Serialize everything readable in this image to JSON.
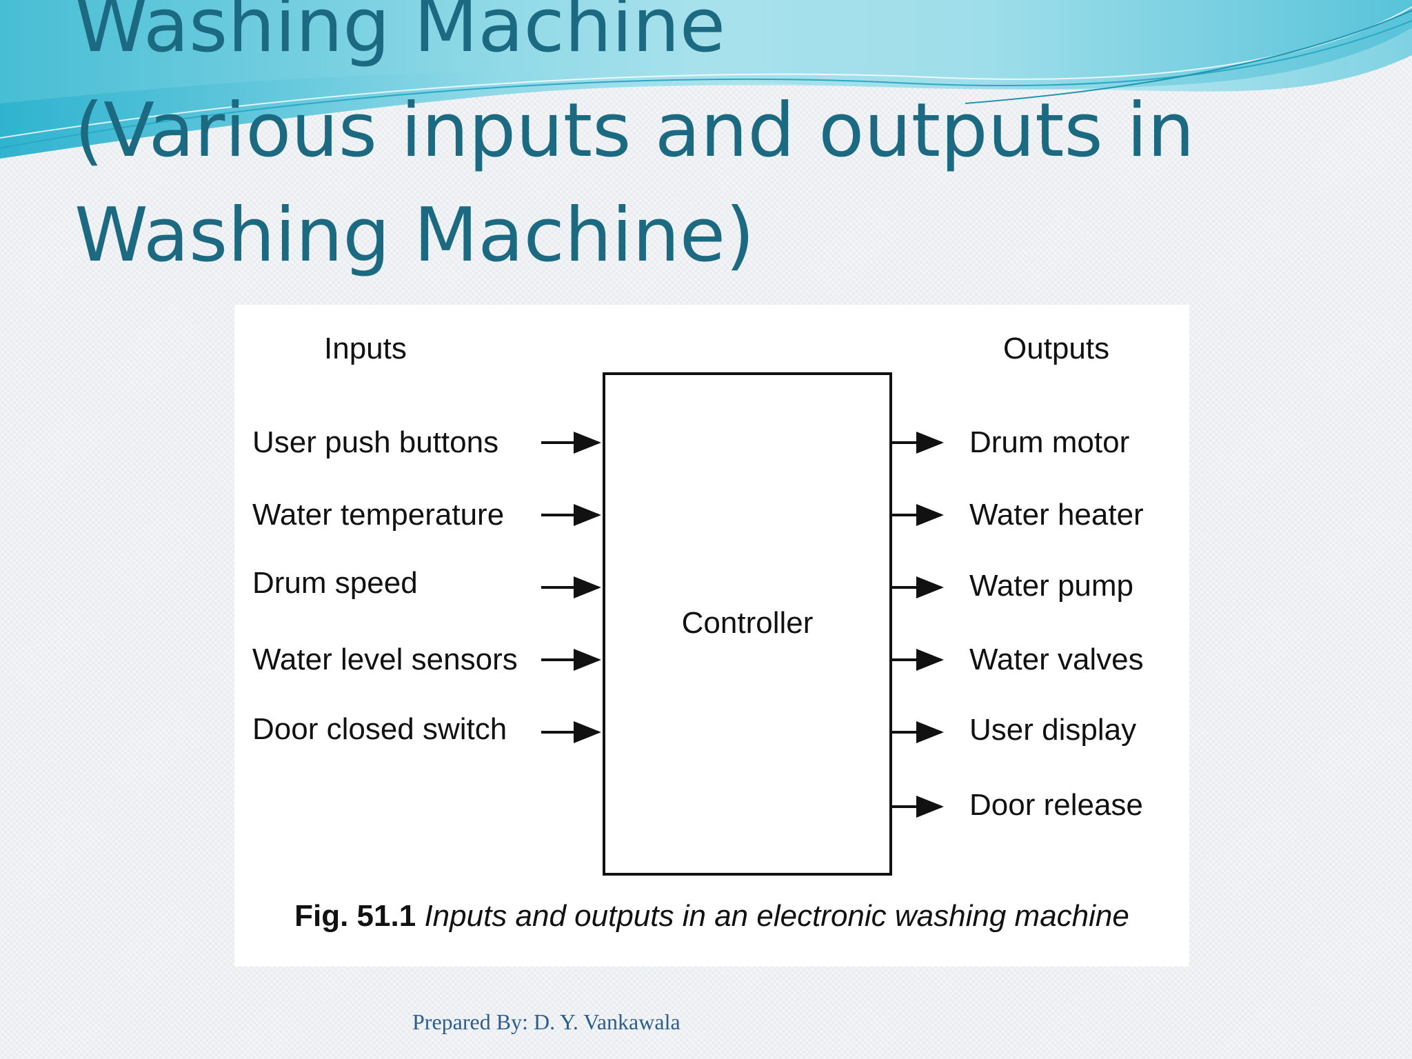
{
  "slide": {
    "title_lines": [
      "Washing Machine",
      "(Various inputs and outputs in",
      "Washing Machine)"
    ],
    "footer": "Prepared By: D. Y. Vankawala"
  },
  "diagram": {
    "inputs_header": "Inputs",
    "outputs_header": "Outputs",
    "controller_label": "Controller",
    "inputs": [
      "User push buttons",
      "Water temperature",
      "Drum speed",
      "Water level sensors",
      "Door closed switch"
    ],
    "outputs": [
      "Drum motor",
      "Water heater",
      "Water pump",
      "Water valves",
      "User display",
      "Door release"
    ],
    "caption_number": "Fig. 51.1",
    "caption_text": "Inputs and outputs in an electronic washing machine"
  },
  "colors": {
    "title": "#1b6a82",
    "footer": "#2d5d8e",
    "wave_light": "#bfeaf2",
    "wave_dark": "#5cc6d9"
  }
}
